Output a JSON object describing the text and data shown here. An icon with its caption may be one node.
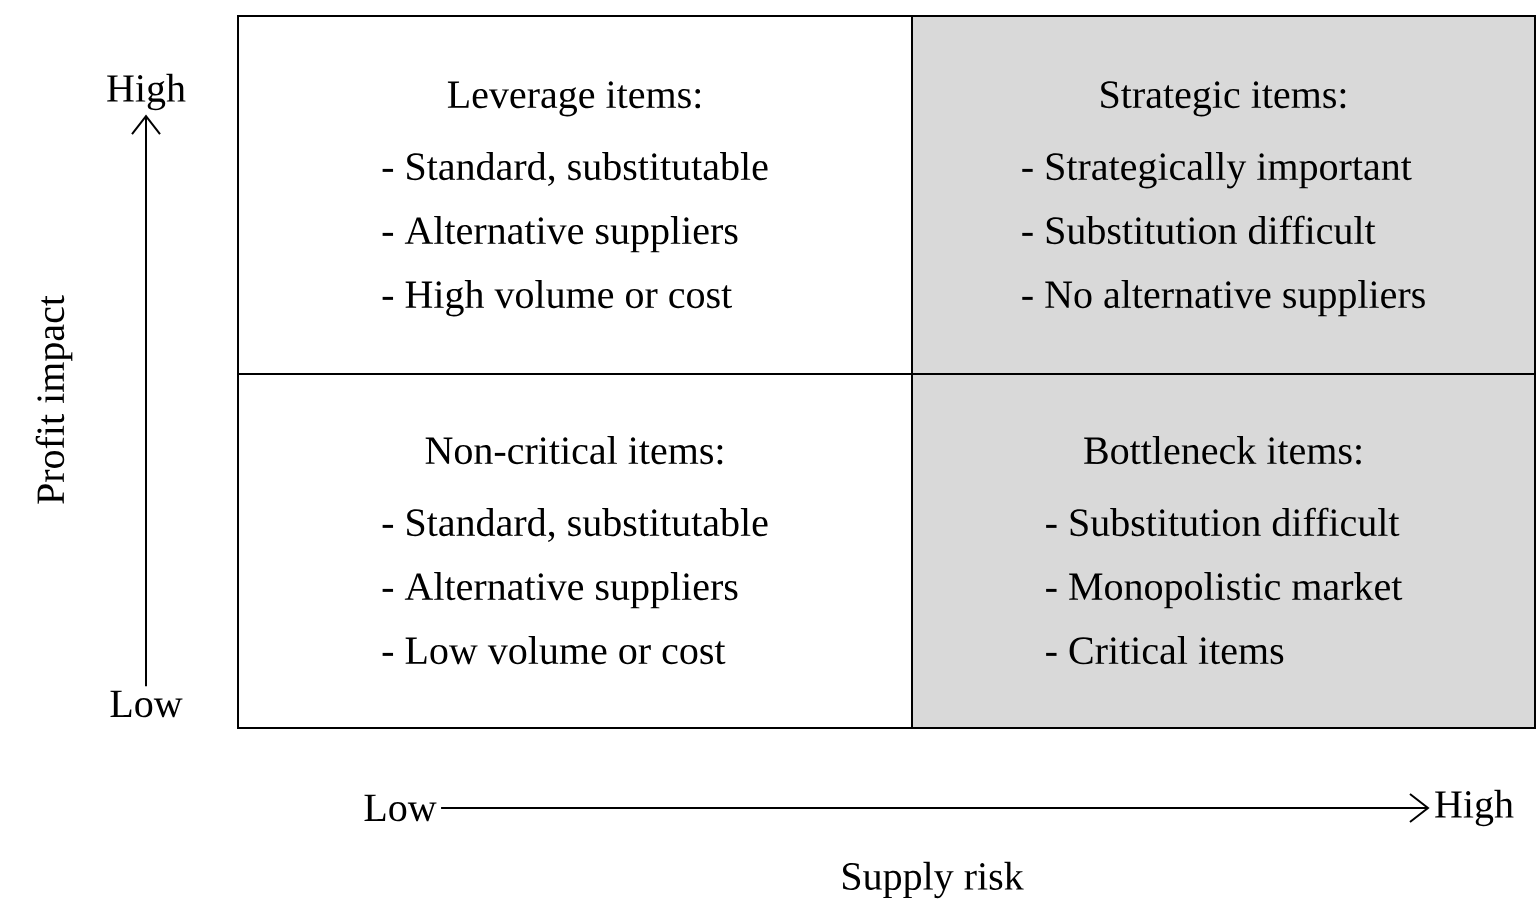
{
  "diagram": {
    "nodes": [
      {
        "text": [
          "Leverage items:",
          "- Standard, substitutable",
          "- Alternative suppliers",
          "- High volume or cost"
        ]
      },
      {
        "text": [
          "Strategic items:",
          "- Strategically important",
          "- Substitution difficult",
          "- No alternative suppliers"
        ]
      },
      {
        "text": [
          "Non-critical items:",
          "- Standard, substitutable",
          "- Alternative suppliers",
          "- Low volume or cost"
        ]
      },
      {
        "text": [
          "Bottleneck items:",
          "- Substitution difficult",
          "- Monopolistic market",
          "- Critical items"
        ]
      },
      {
        "text": [
          "High"
        ]
      },
      {
        "text": [
          "Low"
        ]
      },
      {
        "text": [
          "Low"
        ]
      },
      {
        "text": [
          "High"
        ]
      }
    ],
    "edges": [
      {
        "from": 5,
        "to": 4,
        "arrow": "to"
      },
      {
        "from": 6,
        "to": 7,
        "arrow": "to"
      }
    ],
    "labels": [
      "Profit impact",
      "Supply risk"
    ]
  }
}
